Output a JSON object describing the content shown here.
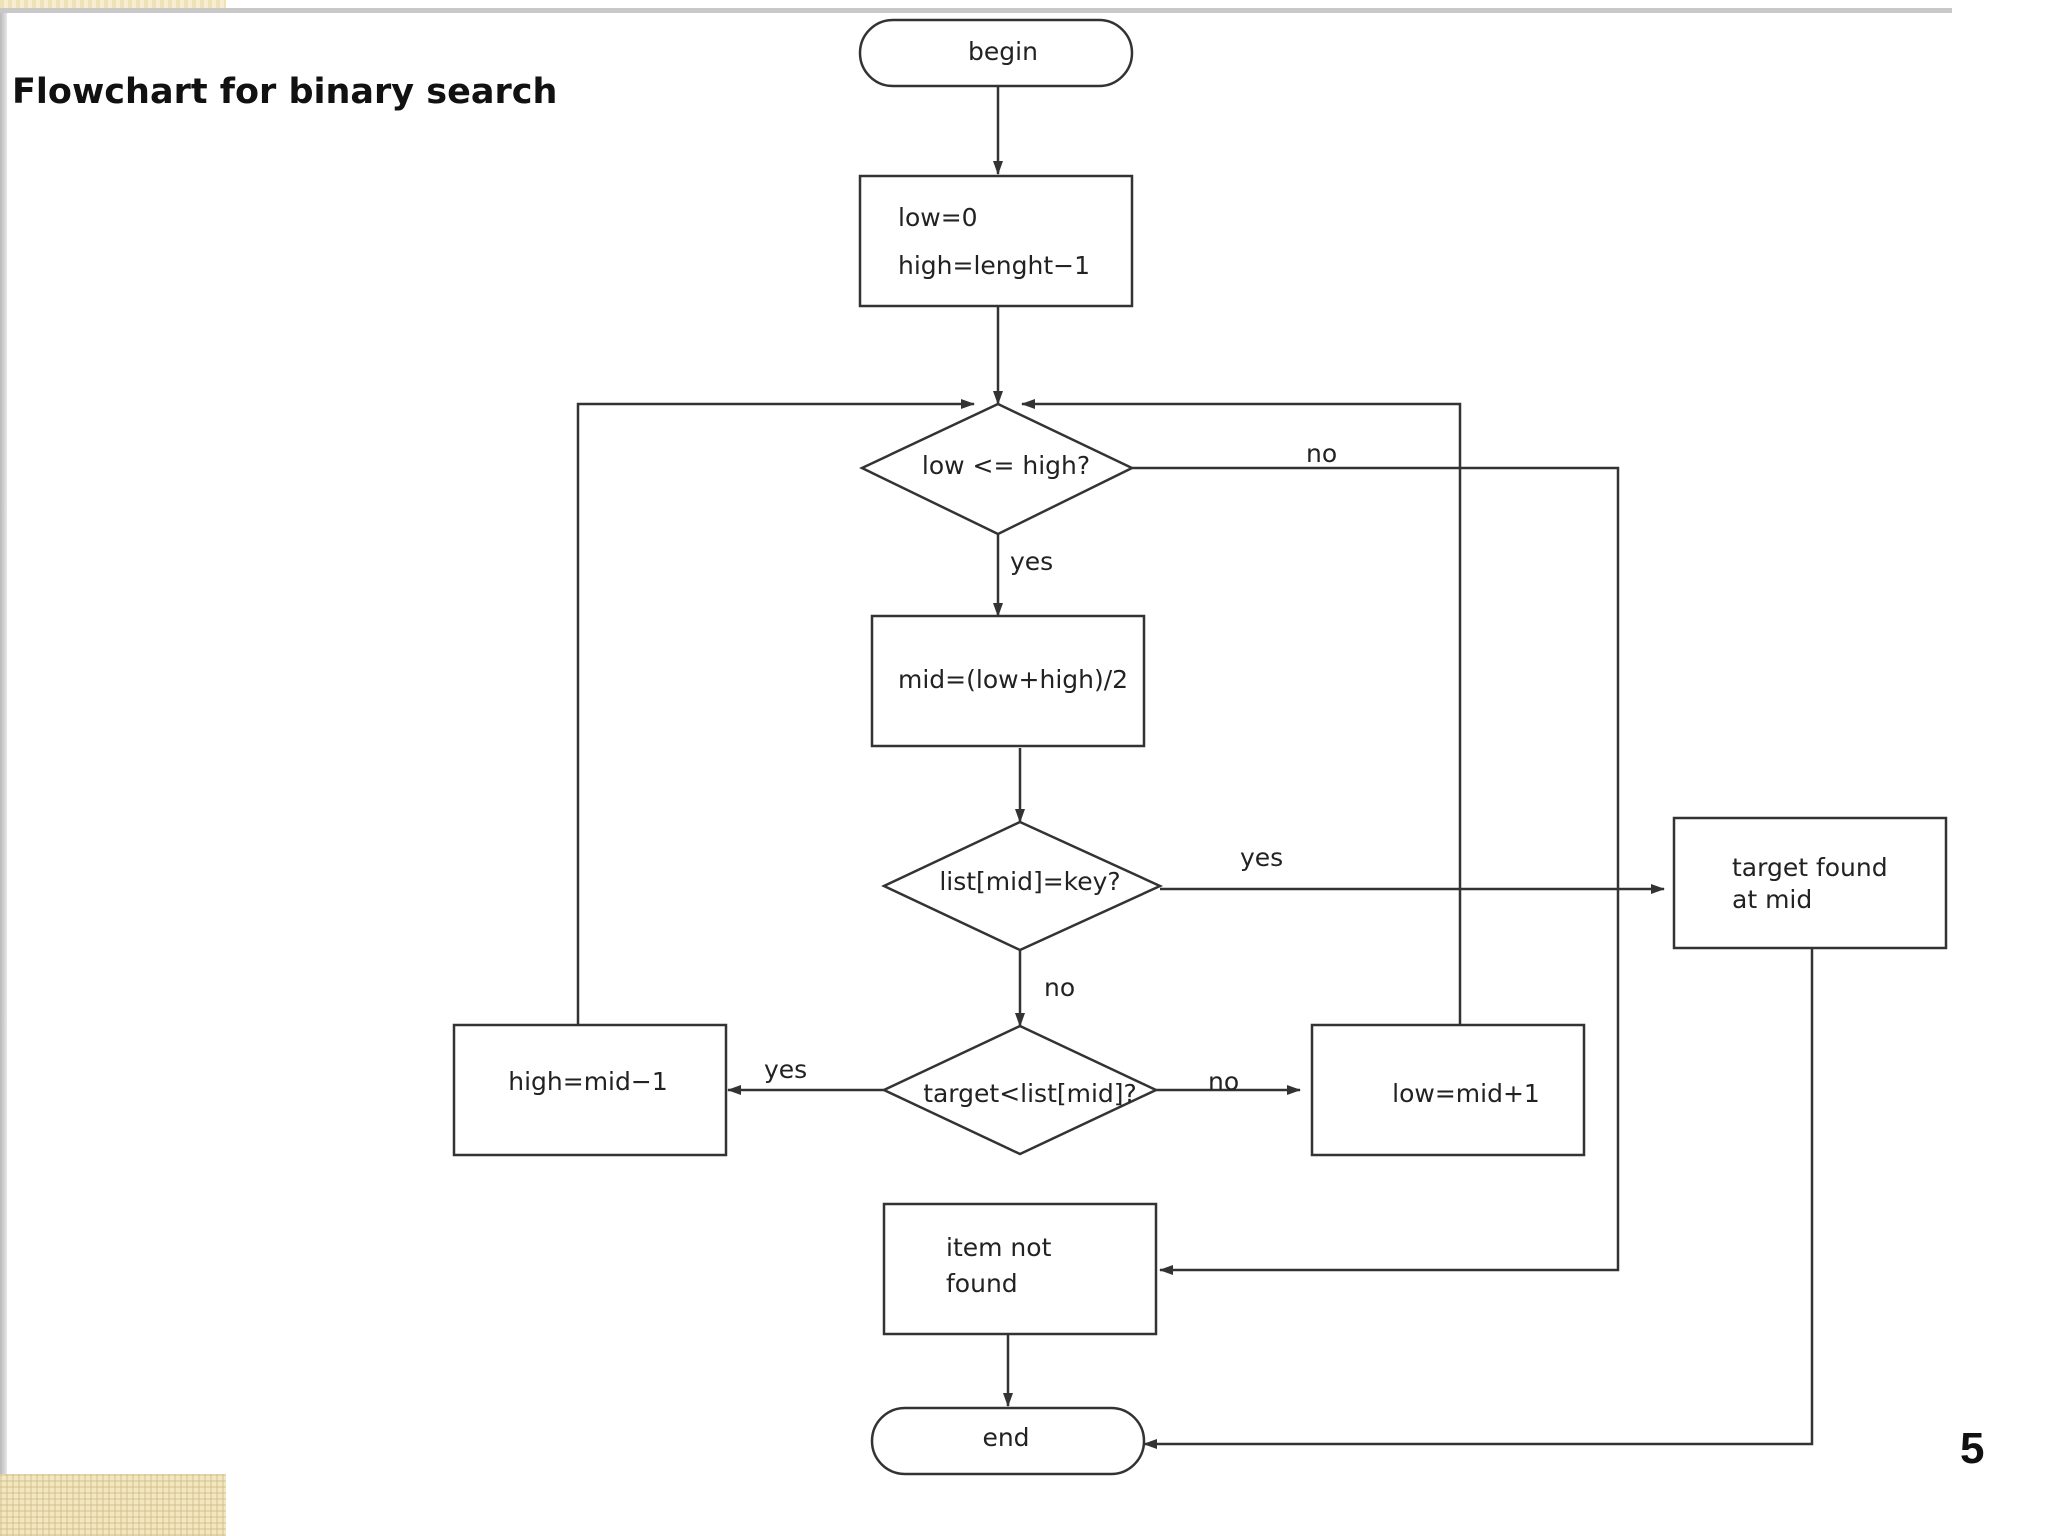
{
  "slide": {
    "title": "Flowchart for binary search",
    "page_number": "5"
  },
  "flowchart": {
    "nodes": {
      "begin": "begin",
      "init_line1": "low=0",
      "init_line2": "high=lenght−1",
      "cond_loop": "low <= high?",
      "compute_mid": "mid=(low+high)/2",
      "cond_equal": "list[mid]=key?",
      "cond_less": "target<list[mid]?",
      "update_high": "high=mid−1",
      "update_low": "low=mid+1",
      "found_line1": "target found",
      "found_line2": "at mid",
      "notfound_line1": "item not",
      "notfound_line2": "found",
      "end": "end"
    },
    "edge_labels": {
      "loop_no": "no",
      "loop_yes": "yes",
      "equal_yes": "yes",
      "equal_no": "no",
      "less_yes": "yes",
      "less_no": "no"
    }
  }
}
